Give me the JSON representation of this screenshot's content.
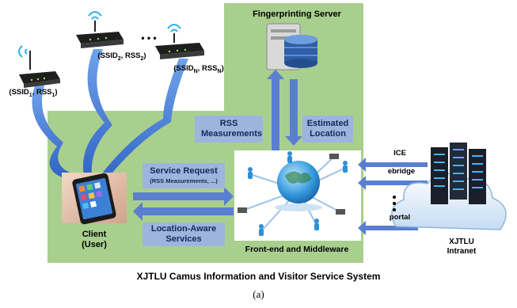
{
  "server": {
    "title": "Fingerprinting Server"
  },
  "access_points": {
    "ap1": {
      "ssid": "SSID",
      "ssid_sub": "1",
      "rss": "RSS",
      "rss_sub": "1"
    },
    "ap2": {
      "ssid": "SSID",
      "ssid_sub": "2",
      "rss": "RSS",
      "rss_sub": "2"
    },
    "apN": {
      "ssid": "SSID",
      "ssid_sub": "N",
      "rss": "RSS",
      "rss_sub": "N"
    },
    "ellipsis": "• • •"
  },
  "boxes": {
    "rss_measurements": "RSS Measurements",
    "estimated_location": "Estimated Location",
    "service_request": "Service Request",
    "service_request_sub": "(RSS Measurements, ...)",
    "location_aware": "Location-Aware Services"
  },
  "middleware": {
    "label": "Front-end and Middleware"
  },
  "client": {
    "line1": "Client",
    "line2": "(User)"
  },
  "intranet": {
    "links": {
      "ice": "ICE",
      "ebridge": "ebridge",
      "portal": "portal"
    },
    "label_line1": "XJTLU",
    "label_line2": "Intranet"
  },
  "system_title": "XJTLU Camus Information and Visitor Service System",
  "caption": "(a)",
  "colors": {
    "panel": "#a9cf8e",
    "box": "#9fb4dc",
    "arrow": "#5b7fd0",
    "wave": "#3f78d6"
  }
}
